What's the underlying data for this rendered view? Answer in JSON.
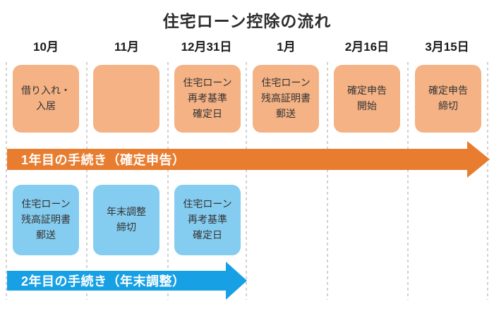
{
  "title": "住宅ローン控除の流れ",
  "timeline": {
    "columns": [
      "10月",
      "11月",
      "12月31日",
      "1月",
      "2月16日",
      "3月15日"
    ]
  },
  "year1": {
    "banner": "1年目の手続き（確定申告）",
    "boxes": [
      "借り入れ・\n入居",
      "",
      "住宅ローン\n再考基準\n確定日",
      "住宅ローン\n残高証明書\n郵送",
      "確定申告\n開始",
      "確定申告\n締切"
    ]
  },
  "year2": {
    "banner": "2年目の手続き（年末調整）",
    "boxes": [
      "住宅ローン\n残高証明書\n郵送",
      "年末調整\n締切",
      "住宅ローン\n再考基準\n確定日"
    ]
  },
  "colors": {
    "orange_box": "#F4B285",
    "orange_arrow": "#E87D2F",
    "blue_box": "#85CDF0",
    "blue_arrow": "#18A0E4",
    "dashed_line": "#D2D2D2",
    "text_dark": "#333333",
    "banner_text": "#FFFFFF"
  }
}
